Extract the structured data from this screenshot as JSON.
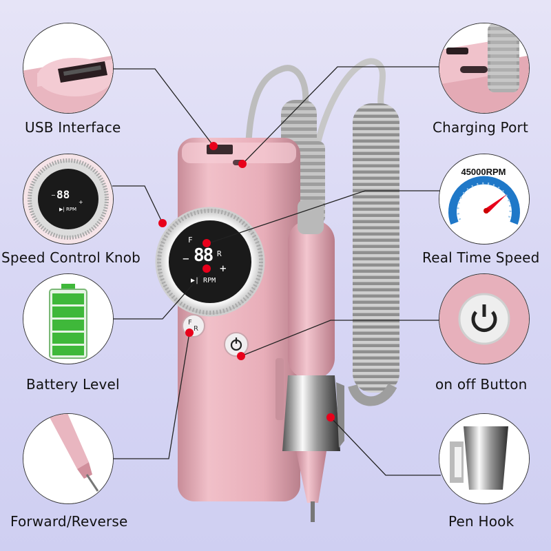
{
  "features": {
    "usb": "USB Interface",
    "charging": "Charging Port",
    "speed_knob": "Speed Control Knob",
    "real_time_speed": "Real Time Speed",
    "battery": "Battery Level",
    "onoff": "on off Button",
    "fr": "Forward/Reverse",
    "pen_hook": "Pen Hook"
  },
  "speed_badge": "45000RPM",
  "device_screen": {
    "f": "F",
    "r": "R",
    "minus": "−",
    "plus": "+",
    "digits": "88",
    "digits_small": "88",
    "rpm": "▶| RPM"
  },
  "fr_button": {
    "f": "F",
    "r": "R"
  },
  "colors": {
    "device_pink": "#e8aeb9",
    "dot_red": "#e8001b",
    "cable_gray": "#a6a6a6",
    "battery_green": "#3fb83a"
  },
  "icons": [
    "usb-port-icon",
    "charging-port-icon",
    "speed-knob-icon",
    "speedometer-icon",
    "battery-icon",
    "power-icon",
    "pen-tip-icon",
    "pen-hook-icon"
  ]
}
